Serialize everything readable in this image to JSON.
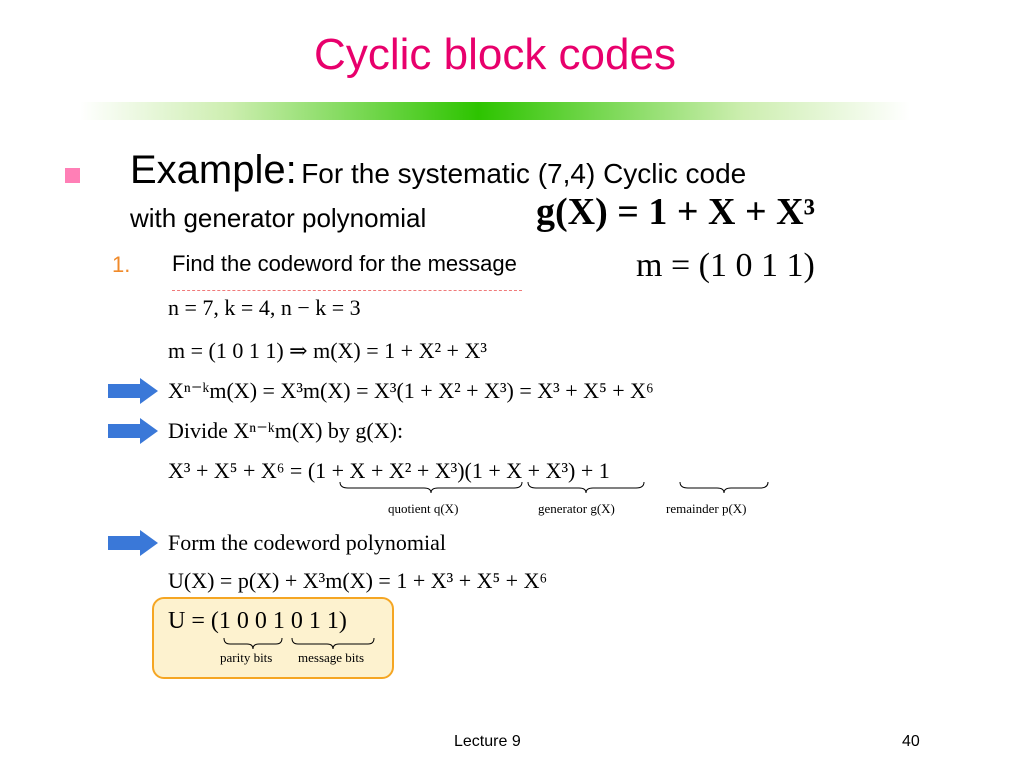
{
  "title": "Cyclic block codes",
  "bullet": {
    "label": "Example:",
    "text": "For the systematic (7,4) Cyclic code",
    "text2": "with generator polynomial",
    "generator": "g(X) = 1 + X + X³"
  },
  "item1": {
    "number": "1.",
    "text": "Find the codeword for the message",
    "message": "m = (1 0 1 1)"
  },
  "math": {
    "params": "n = 7,  k = 4,  n − k = 3",
    "m_poly": "m = (1 0 1 1) ⇒ m(X) = 1 + X² + X³",
    "shift": "Xⁿ⁻ᵏm(X) = X³m(X) = X³(1 + X² + X³) = X³ + X⁵ + X⁶",
    "divide": "Divide Xⁿ⁻ᵏm(X) by g(X):",
    "division": "X³ + X⁵ + X⁶ = (1 + X + X² + X³)(1 + X + X³) + 1",
    "quotient_label": "quotient q(X)",
    "generator_label": "generator g(X)",
    "remainder_label": "remainder p(X)",
    "form": "Form the codeword polynomial",
    "codeword_poly": "U(X) = p(X) + X³m(X) = 1 + X³ + X⁵ + X⁶",
    "codeword": "U = (1 0 0  1 0 1 1)",
    "parity_label": "parity bits",
    "message_label": "message bits"
  },
  "footer": {
    "lecture": "Lecture 9",
    "page": "40"
  },
  "colors": {
    "title": "#e8006c",
    "bullet": "#ff7fb6",
    "number": "#f08a2a",
    "arrow": "#3a78d8",
    "box_fill": "#fdf2cf",
    "box_border": "#f5a623"
  }
}
